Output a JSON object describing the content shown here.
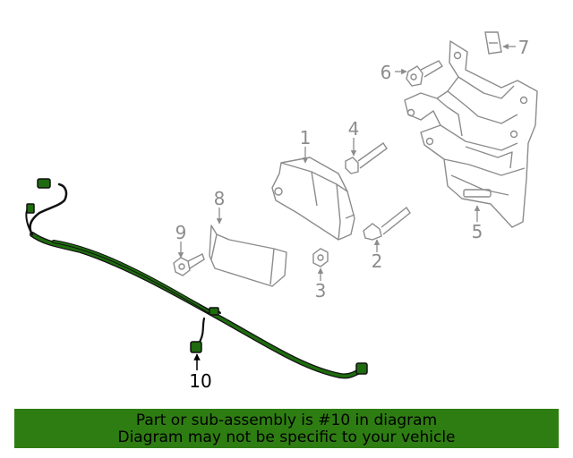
{
  "callouts": {
    "c1": "1",
    "c2": "2",
    "c3": "3",
    "c4": "4",
    "c5": "5",
    "c6": "6",
    "c7": "7",
    "c8": "8",
    "c9": "9",
    "c10": "10"
  },
  "banner": {
    "line1": "Part or sub-assembly is #10 in diagram",
    "line2": "Diagram may not be specific to your vehicle"
  },
  "colors": {
    "highlight": "#1f6b0f",
    "banner_bg": "#2e7d12",
    "line_gray": "#8c8c8c"
  }
}
